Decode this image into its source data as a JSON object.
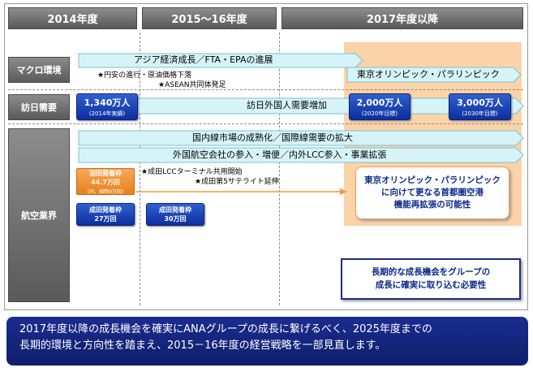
{
  "headers": {
    "col1": "2014年度",
    "col2": "2015～16年度",
    "col3": "2017年度以降"
  },
  "rows": {
    "macro": "マクロ環境",
    "visit": "訪日需要",
    "aviation": "航空業界"
  },
  "macro": {
    "arrow_text": "アジア経済成長／FTA・EPAの進展",
    "notes": [
      "★円安の進行・原油価格下落",
      "★ASEAN共同体発足"
    ],
    "olympics": "東京オリンピック・パラリンピック"
  },
  "visit": {
    "box2014": {
      "value": "1,340万人",
      "sub": "(2014年実績)"
    },
    "arrow_text": "訪日外国人需要増加",
    "box2020": {
      "value": "2,000万人",
      "sub": "(2020年目標)"
    },
    "box2030": {
      "value": "3,000万人",
      "sub": "(2030年目標)"
    }
  },
  "aviation": {
    "arrow1": "国内線市場の成熟化／国際線需要の拡大",
    "arrow2": "外国航空会社の参入・増便／内外LCC参入・事業拡張",
    "haneda": {
      "title": "羽田発着枠",
      "value": "44.7万回",
      "sub": "(内、国際9万回)"
    },
    "narita2014": {
      "title": "成田発着枠",
      "value": "27万回"
    },
    "narita2016": {
      "title": "成田発着枠",
      "value": "30万回"
    },
    "notes": [
      "★成田LCCターミナル共用開始",
      "★成田第5サテライト延伸"
    ],
    "capital_box": [
      "東京オリンピック・パラリンピック",
      "に向けて更なる首都圏空港",
      "機能再拡張の可能性"
    ],
    "growth_box": [
      "長期的な成長機会をグループの",
      "成長に確実に取り込む必要性"
    ]
  },
  "bottom": [
    "2017年度以降の成長機会を確実にANAグループの成長に繋げるべく、2025年度までの",
    "長期的環境と方向性を踏まえ、2015－16年度の経営戦略を一部見直します。"
  ],
  "colors": {
    "navy": "#1a2c8f",
    "blue": "#1c45c0",
    "orange": "#f19a40",
    "light_orange": "#fbd3a8",
    "cyan_arrow": "#d6f4f8"
  }
}
